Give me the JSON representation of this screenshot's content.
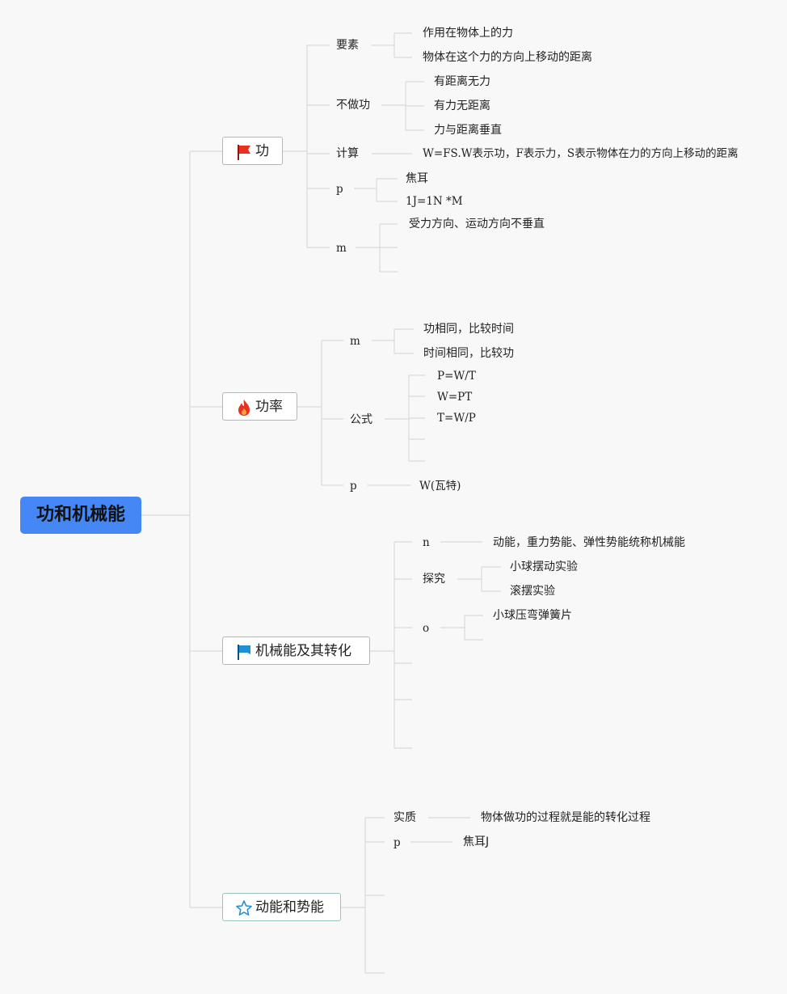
{
  "root": {
    "title": "功和机械能"
  },
  "branches": [
    {
      "title": "功",
      "icon": "red-flag-icon",
      "children": [
        {
          "label": "要素",
          "items": [
            "作用在物体上的力",
            "物体在这个力的方向上移动的距离"
          ]
        },
        {
          "label": "不做功",
          "items": [
            "有距离无力",
            "有力无距离",
            "力与距离垂直"
          ]
        },
        {
          "label": "计算",
          "items": [
            "W=FS.W表示功，F表示力，S表示物体在力的方向上移动的距离"
          ]
        },
        {
          "label": "p",
          "items": [
            "焦耳",
            "1J=1N *M"
          ]
        },
        {
          "label": "m",
          "items": [
            "受力方向、运动方向不垂直"
          ]
        }
      ]
    },
    {
      "title": "功率",
      "icon": "fire-icon",
      "children": [
        {
          "label": "m",
          "items": [
            "功相同，比较时间",
            "时间相同，比较功"
          ]
        },
        {
          "label": "公式",
          "items": [
            "P=W/T",
            "W=PT",
            "T=W/P"
          ]
        },
        {
          "label": "p",
          "items": [
            "W(瓦特)"
          ]
        }
      ]
    },
    {
      "title": "机械能及其转化",
      "icon": "blue-flag-icon",
      "children": [
        {
          "label": "n",
          "items": [
            "动能，重力势能、弹性势能统称机械能"
          ]
        },
        {
          "label": "探究",
          "items": [
            "小球摆动实验",
            "滚摆实验"
          ]
        },
        {
          "label": "o",
          "items": [
            "小球压弯弹簧片"
          ]
        }
      ]
    },
    {
      "title": "动能和势能",
      "icon": "star-outline-icon",
      "children": [
        {
          "label": "实质",
          "items": [
            "物体做功的过程就是能的转化过程"
          ]
        },
        {
          "label": "p",
          "items": [
            "焦耳J"
          ]
        }
      ]
    }
  ],
  "colors": {
    "root_bg": "#4487f5",
    "topic_border": "#98c4bd",
    "line": "#d9d9d9",
    "background": "#f8f8f8"
  }
}
